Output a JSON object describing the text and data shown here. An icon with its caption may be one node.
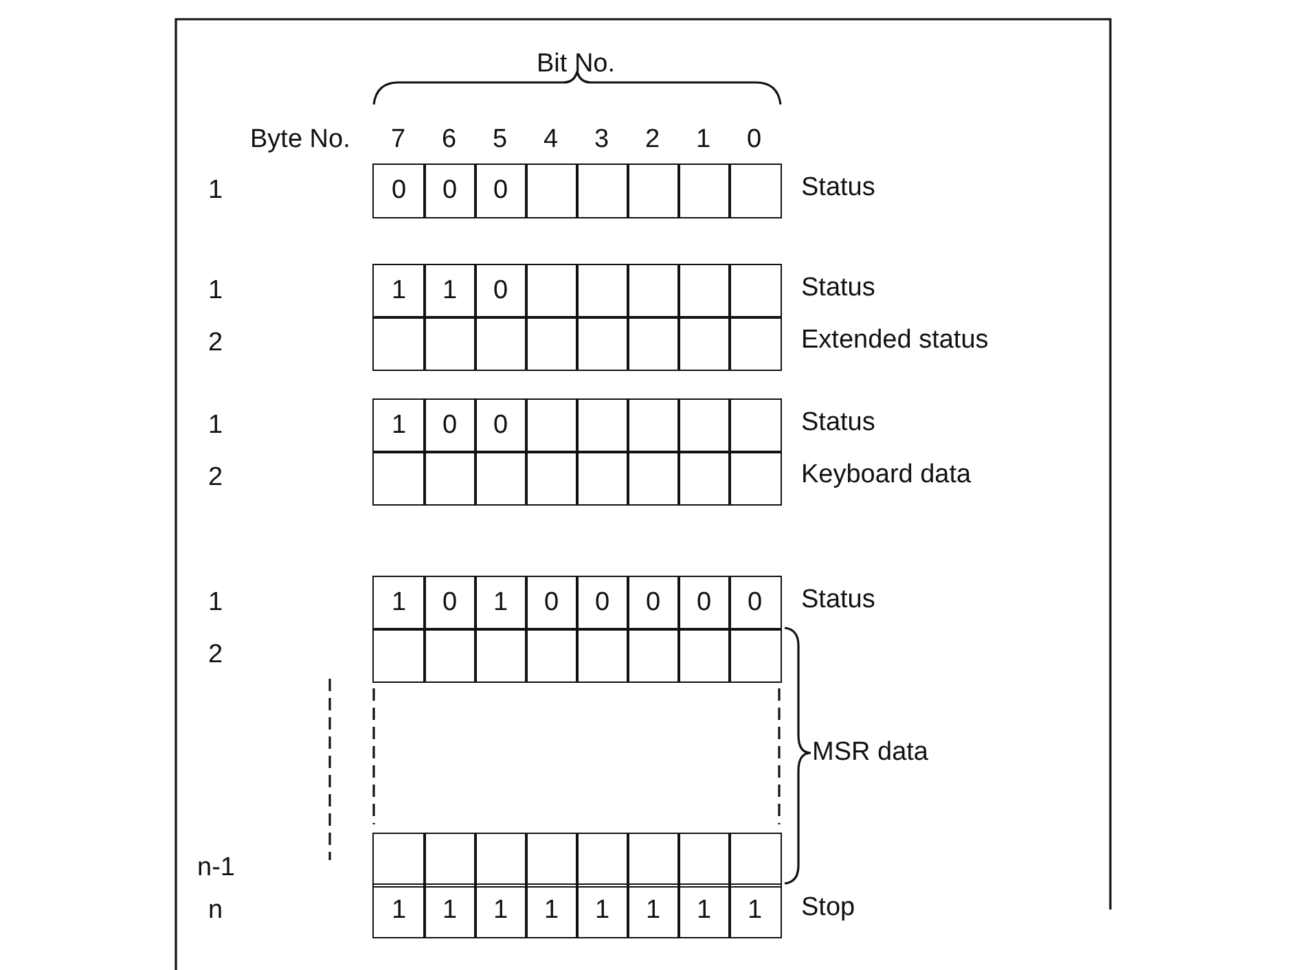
{
  "diagram": {
    "labels": [
      "Bit No.",
      "Byte No.",
      "7",
      "6",
      "5",
      "4",
      "3",
      "2",
      "1",
      "0",
      "1",
      "0",
      "0",
      "0",
      "Status",
      "1",
      "1",
      "1",
      "0",
      "Status",
      "2",
      "Extended status",
      "1",
      "1",
      "0",
      "0",
      "Status",
      "2",
      "Keyboard data",
      "1",
      "1",
      "0",
      "1",
      "0",
      "0",
      "0",
      "0",
      "0",
      "Status",
      "2",
      "MSR data",
      "n-1",
      "n",
      "1",
      "1",
      "1",
      "1",
      "1",
      "1",
      "1",
      "1",
      "Stop"
    ]
  }
}
